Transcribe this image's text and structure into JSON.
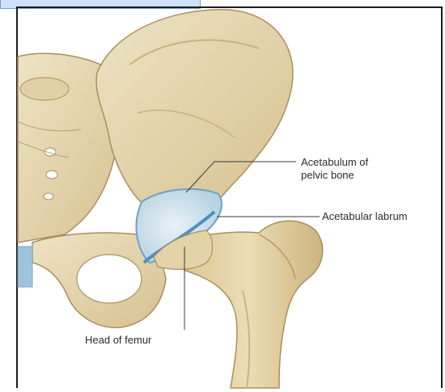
{
  "colors": {
    "bone": "#e8d9b5",
    "bone_shadow": "#c9b487",
    "bone_dark": "#a88f5e",
    "cartilage": "#9fc3db",
    "cartilage_light": "#d6e7f1",
    "leader_line": "#3a3a3a",
    "top_bar": "#cfe2f7",
    "border": "#1c1c1c"
  },
  "labels": {
    "acetabulum_line1": "Acetabulum of",
    "acetabulum_line2": "pelvic bone",
    "labrum": "Acetabular labrum",
    "femur_head": "Head of femur"
  },
  "icons": [
    "hip-joint-illustration"
  ]
}
